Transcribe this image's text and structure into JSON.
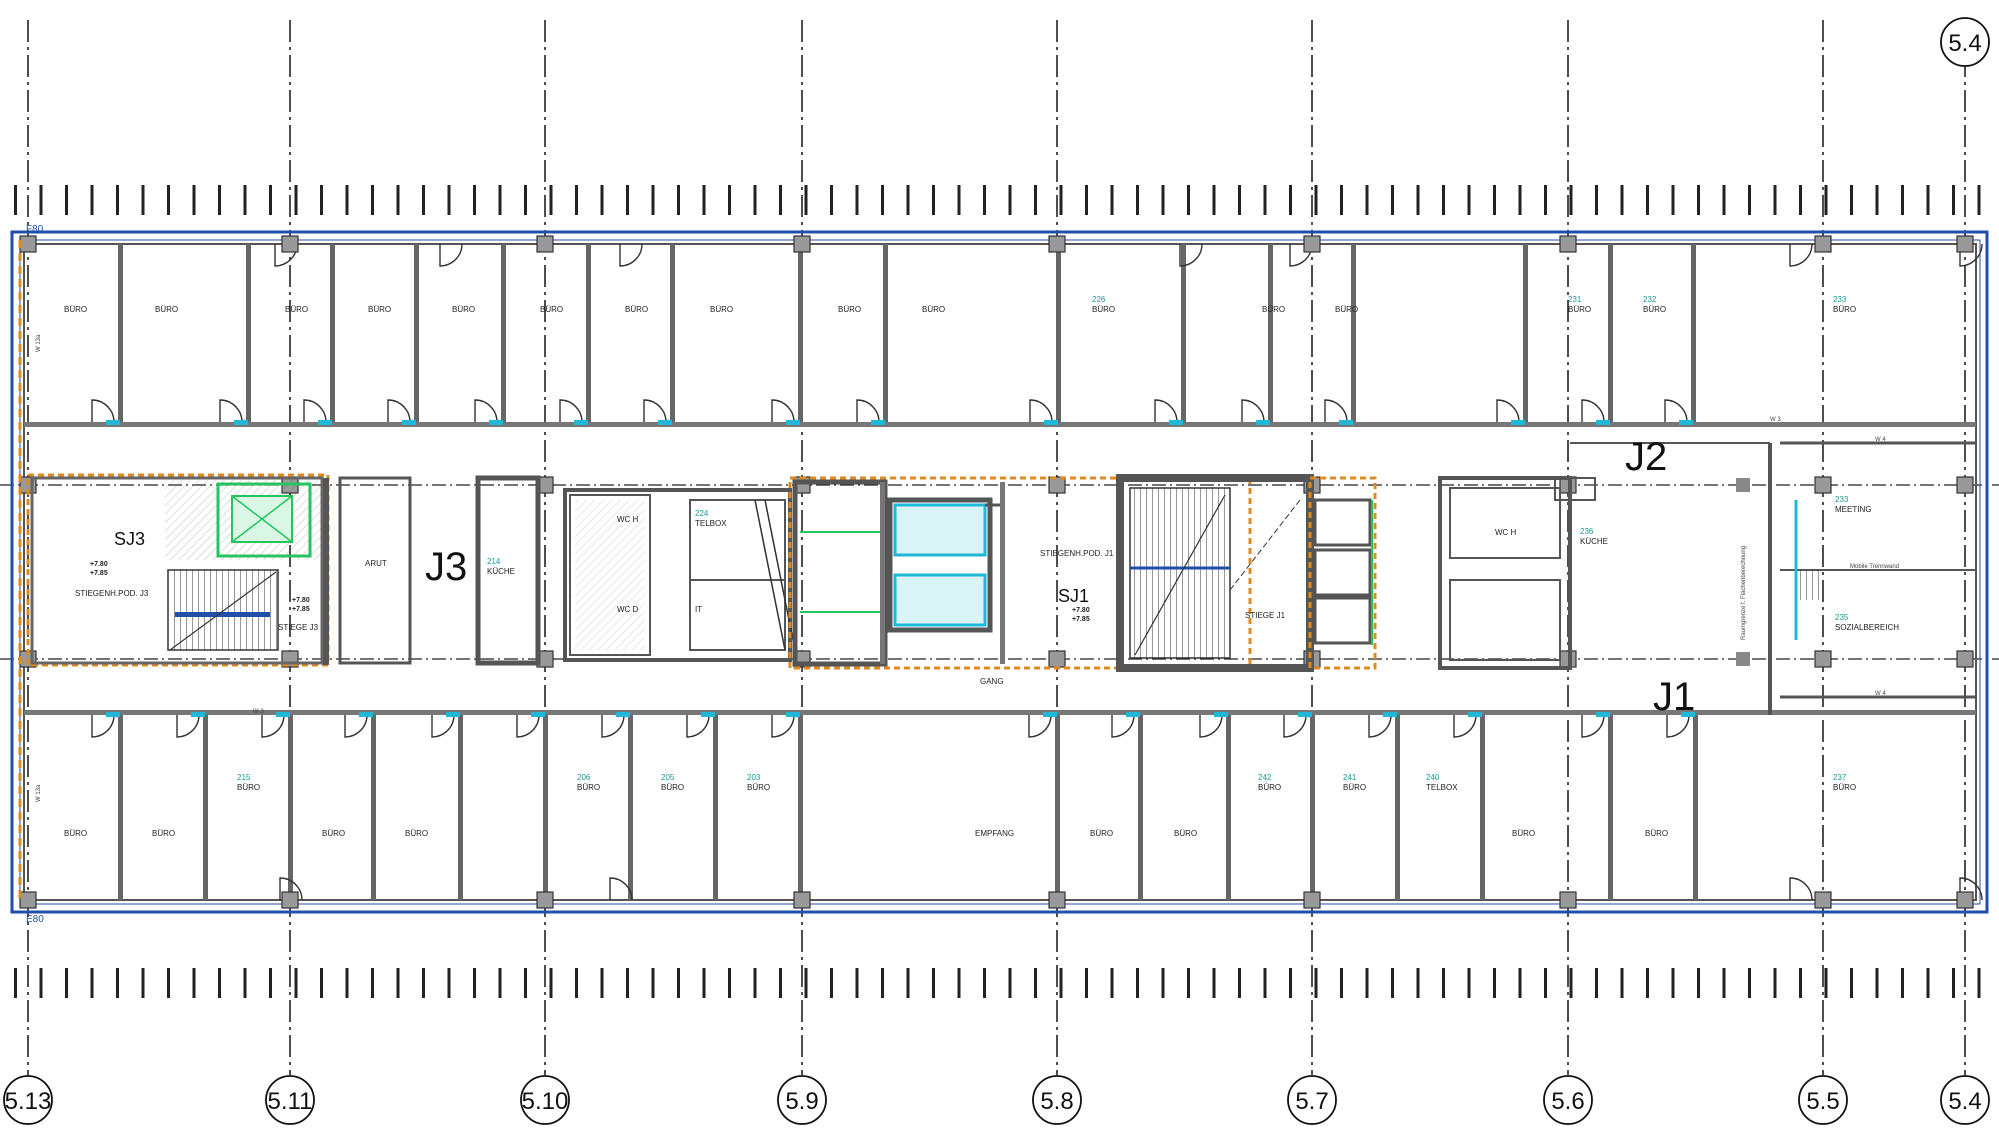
{
  "axes": [
    "5.13",
    "5.11",
    "5.10",
    "5.9",
    "5.8",
    "5.7",
    "5.6",
    "5.5",
    "5.4"
  ],
  "axis_top_right": "5.4",
  "edge_labels": {
    "top": "F80",
    "bottom": "E80"
  },
  "cores": [
    "J3",
    "J2",
    "J1"
  ],
  "stair_labels": [
    "SJ3",
    "SJ1"
  ],
  "level_marks": [
    "+7.80",
    "+7.85"
  ],
  "wall_types": [
    "W 3",
    "W 4",
    "W 13a"
  ],
  "top_rooms": [
    {
      "name": "BÜRO",
      "num": ""
    },
    {
      "name": "BÜRO",
      "num": ""
    },
    {
      "name": "BÜRO",
      "num": ""
    },
    {
      "name": "BÜRO",
      "num": ""
    },
    {
      "name": "BÜRO",
      "num": ""
    },
    {
      "name": "BÜRO",
      "num": ""
    },
    {
      "name": "BÜRO",
      "num": ""
    },
    {
      "name": "BÜRO",
      "num": ""
    },
    {
      "name": "BÜRO",
      "num": ""
    },
    {
      "name": "BÜRO",
      "num": ""
    },
    {
      "name": "BÜRO",
      "num": "226"
    },
    {
      "name": "BÜRO",
      "num": ""
    },
    {
      "name": "BÜRO",
      "num": ""
    },
    {
      "name": "BÜRO",
      "num": "231"
    },
    {
      "name": "BÜRO",
      "num": "232"
    },
    {
      "name": "BÜRO",
      "num": "233"
    }
  ],
  "bottom_rooms": [
    {
      "name": "BÜRO",
      "num": ""
    },
    {
      "name": "BÜRO",
      "num": ""
    },
    {
      "name": "BÜRO",
      "num": "215"
    },
    {
      "name": "BÜRO",
      "num": ""
    },
    {
      "name": "BÜRO",
      "num": ""
    },
    {
      "name": "BÜRO",
      "num": "206"
    },
    {
      "name": "BÜRO",
      "num": "205"
    },
    {
      "name": "BÜRO",
      "num": "203"
    },
    {
      "name": "EMPFANG",
      "num": ""
    },
    {
      "name": "BÜRO",
      "num": ""
    },
    {
      "name": "BÜRO",
      "num": ""
    },
    {
      "name": "BÜRO",
      "num": "242"
    },
    {
      "name": "BÜRO",
      "num": "241"
    },
    {
      "name": "TELBOX",
      "num": "240"
    },
    {
      "name": "BÜRO",
      "num": ""
    },
    {
      "name": "BÜRO",
      "num": ""
    },
    {
      "name": "BÜRO",
      "num": "237"
    }
  ],
  "core_rooms": {
    "stiege_j3_pod": "STIEGENH.POD. J3",
    "stiege_j3": "STIEGE J3",
    "archiv": "ARUT",
    "kueche_214": "KÜCHE",
    "kueche_214_num": "214",
    "wc_h": "WC H",
    "wc_d": "WC D",
    "telbox_224": "TELBOX",
    "telbox_224_num": "224",
    "it": "IT",
    "stiege_j1_pod": "STIEGENH.POD. J1",
    "stiege_j1": "STIEGE J1",
    "gang": "GANG",
    "kueche_236": "KÜCHE",
    "kueche_236_num": "236",
    "meeting": "MEETING",
    "meeting_num": "233",
    "sozial": "SOZIALBEREICH",
    "sozial_num": "235",
    "mobile": "Mobile Trennwand",
    "raumgrenze": "Raumgrenze f. Flächenberechnung"
  },
  "colors": {
    "facade": "#1f4fa8",
    "wall": "#555555",
    "grid": "#222222",
    "fire": "#e08a1e",
    "cyan": "#1fb8d8",
    "green": "#22c55e",
    "teal": "#1a9a9a"
  }
}
